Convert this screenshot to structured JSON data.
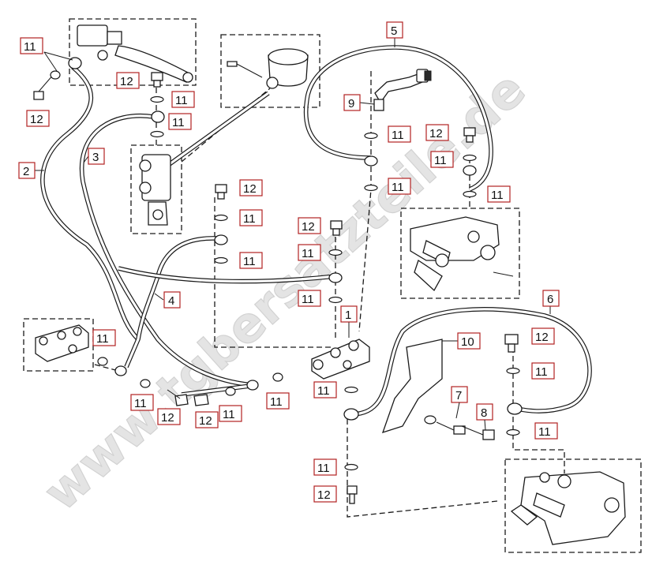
{
  "watermark": "www.tgbersatzteile.de",
  "callouts": {
    "n1": "1",
    "n2": "2",
    "n3": "3",
    "n4": "4",
    "n5": "5",
    "n6": "6",
    "n7": "7",
    "n8": "8",
    "n9": "9",
    "n10": "10",
    "n11": "11",
    "n12": "12"
  }
}
